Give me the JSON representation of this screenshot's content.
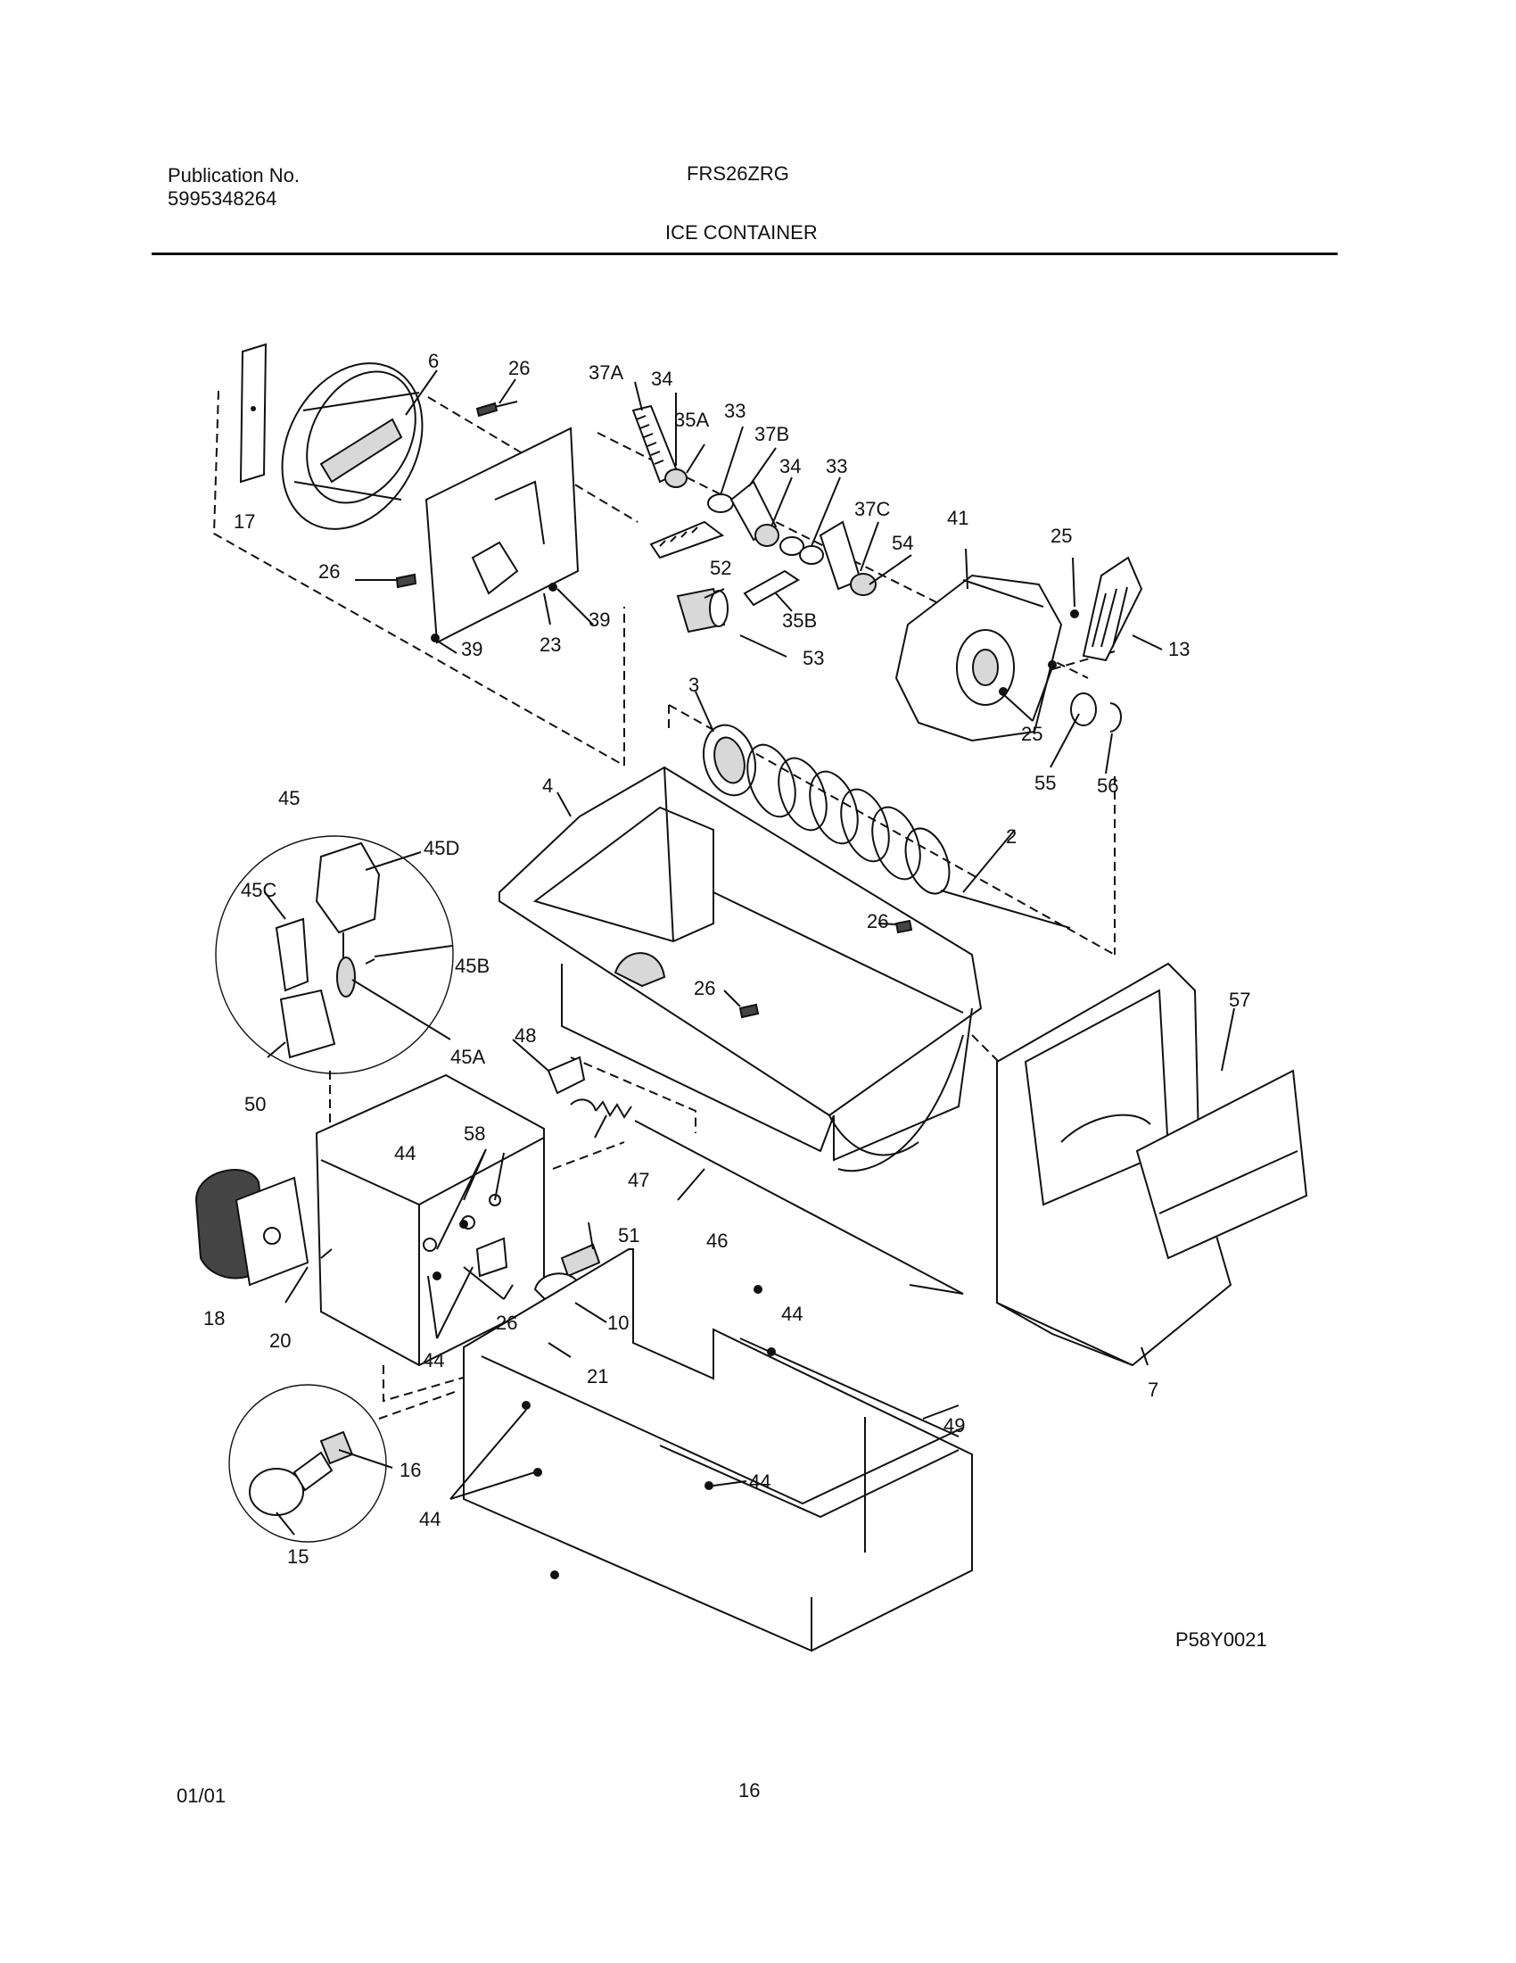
{
  "header": {
    "publication_label": "Publication No.",
    "publication_number": "5995348264",
    "model": "FRS26ZRG",
    "section_title": "ICE CONTAINER"
  },
  "diagram": {
    "code": "P58Y0021",
    "callouts": [
      "6",
      "26",
      "37A",
      "34",
      "35A",
      "33",
      "37B",
      "34",
      "33",
      "37C",
      "54",
      "41",
      "25",
      "17",
      "26",
      "23",
      "39",
      "39",
      "52",
      "35B",
      "53",
      "13",
      "3",
      "25",
      "55",
      "56",
      "45",
      "45D",
      "45C",
      "45B",
      "45A",
      "50",
      "4",
      "2",
      "26",
      "26",
      "57",
      "48",
      "47",
      "58",
      "44",
      "51",
      "46",
      "18",
      "20",
      "26",
      "10",
      "44",
      "44",
      "21",
      "49",
      "7",
      "16",
      "15",
      "44",
      "44"
    ]
  },
  "footer": {
    "date": "01/01",
    "page": "16"
  }
}
